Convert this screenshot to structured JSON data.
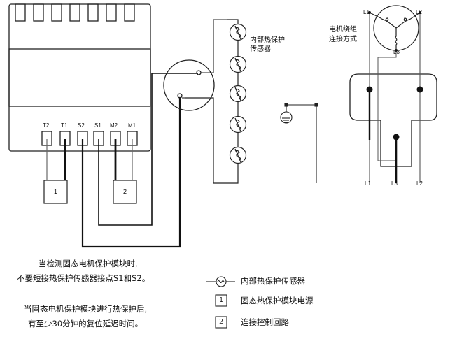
{
  "module": {
    "terminals": [
      "T2",
      "T1",
      "S2",
      "S1",
      "M2",
      "M1"
    ],
    "box1_label": "1",
    "box2_label": "2"
  },
  "sensors": {
    "label_line1": "内部热保护",
    "label_line2": "传感器"
  },
  "motor": {
    "title_line1": "电机绕组",
    "title_line2": "连接方式",
    "top_terminals": {
      "l1": "L1",
      "l2": "L2",
      "l3": "L3"
    },
    "bottom_terminals": {
      "l1": "L1",
      "l3": "L3",
      "l2": "L2"
    }
  },
  "notes": {
    "note1_line1": "当检测固态电机保护模块时,",
    "note1_line2": "不要短接热保护传感器接点S1和S2。",
    "note2_line1": "当固态电机保护模块进行热保护后,",
    "note2_line2": "有至少30分钟的复位延迟时间。"
  },
  "legend": {
    "sensor_text": "内部热保护传感器",
    "item1_box": "1",
    "item1_text": "固态热保护模块电源",
    "item2_box": "2",
    "item2_text": "连接控制回路"
  }
}
